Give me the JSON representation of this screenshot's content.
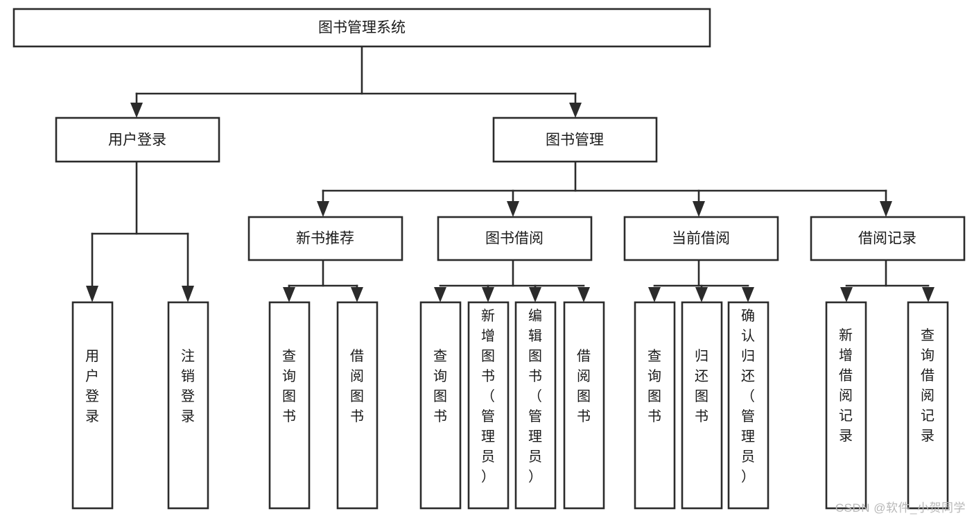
{
  "diagram": {
    "title": "图书管理系统",
    "type": "tree-hierarchy-functional-decomposition",
    "root": {
      "id": "root",
      "label": "图书管理系统",
      "orientation": "horizontal"
    },
    "level2": [
      {
        "id": "user-login",
        "label": "用户登录",
        "orientation": "horizontal"
      },
      {
        "id": "book-management",
        "label": "图书管理",
        "orientation": "horizontal"
      }
    ],
    "level3": [
      {
        "id": "new-book-recommend",
        "label": "新书推荐",
        "orientation": "horizontal",
        "parent": "book-management"
      },
      {
        "id": "book-borrow",
        "label": "图书借阅",
        "orientation": "horizontal",
        "parent": "book-management"
      },
      {
        "id": "current-borrow",
        "label": "当前借阅",
        "orientation": "horizontal",
        "parent": "book-management"
      },
      {
        "id": "borrow-record",
        "label": "借阅记录",
        "orientation": "horizontal",
        "parent": "book-management"
      }
    ],
    "leaves": {
      "user-login": [
        {
          "id": "leaf-user-login",
          "label": "用户登录",
          "orientation": "vertical"
        },
        {
          "id": "leaf-logout",
          "label": "注销登录",
          "orientation": "vertical"
        }
      ],
      "new-book-recommend": [
        {
          "id": "leaf-query-book-1",
          "label": "查询图书",
          "orientation": "vertical"
        },
        {
          "id": "leaf-borrow-book-1",
          "label": "借阅图书",
          "orientation": "vertical"
        }
      ],
      "book-borrow": [
        {
          "id": "leaf-query-book-2",
          "label": "查询图书",
          "orientation": "vertical"
        },
        {
          "id": "leaf-add-book",
          "label": "新增图书（管理员）",
          "orientation": "vertical"
        },
        {
          "id": "leaf-edit-book",
          "label": "编辑图书（管理员）",
          "orientation": "vertical"
        },
        {
          "id": "leaf-borrow-book-2",
          "label": "借阅图书",
          "orientation": "vertical"
        }
      ],
      "current-borrow": [
        {
          "id": "leaf-query-book-3",
          "label": "查询图书",
          "orientation": "vertical"
        },
        {
          "id": "leaf-return-book",
          "label": "归还图书",
          "orientation": "vertical"
        },
        {
          "id": "leaf-confirm-return",
          "label": "确认归还（管理员）",
          "orientation": "vertical"
        }
      ],
      "borrow-record": [
        {
          "id": "leaf-add-record",
          "label": "新增借阅记录",
          "orientation": "vertical"
        },
        {
          "id": "leaf-query-record",
          "label": "查询借阅记录",
          "orientation": "vertical"
        }
      ]
    },
    "colors": {
      "stroke": "#2b2b2b",
      "fill": "#ffffff",
      "text": "#1a1a1a",
      "watermark": "#b8b8b8",
      "background": "#ffffff"
    }
  },
  "watermark": {
    "text": "CSDN @软件_小贺同学"
  }
}
